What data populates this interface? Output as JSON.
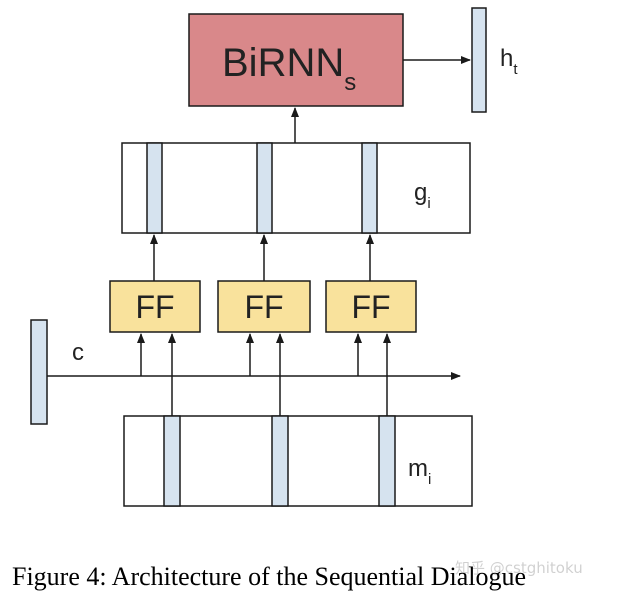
{
  "diagram": {
    "birnn": {
      "label": "BiRNN",
      "subscript": "s"
    },
    "output": {
      "label": "h",
      "subscript": "t"
    },
    "g_layer": {
      "label": "g",
      "subscript": "i"
    },
    "ff_units": [
      {
        "label": "FF"
      },
      {
        "label": "FF"
      },
      {
        "label": "FF"
      }
    ],
    "context": {
      "label": "c"
    },
    "memory": {
      "label": "m",
      "subscript": "i"
    }
  },
  "caption": "Figure 4: Architecture of the Sequential Dialogue",
  "watermark": "知乎 @cstghitoku",
  "colors": {
    "birnn_fill": "#d9888a",
    "ff_fill": "#f9e29c",
    "vector_fill": "#d6e3ef",
    "stroke": "#1a1a1a"
  }
}
